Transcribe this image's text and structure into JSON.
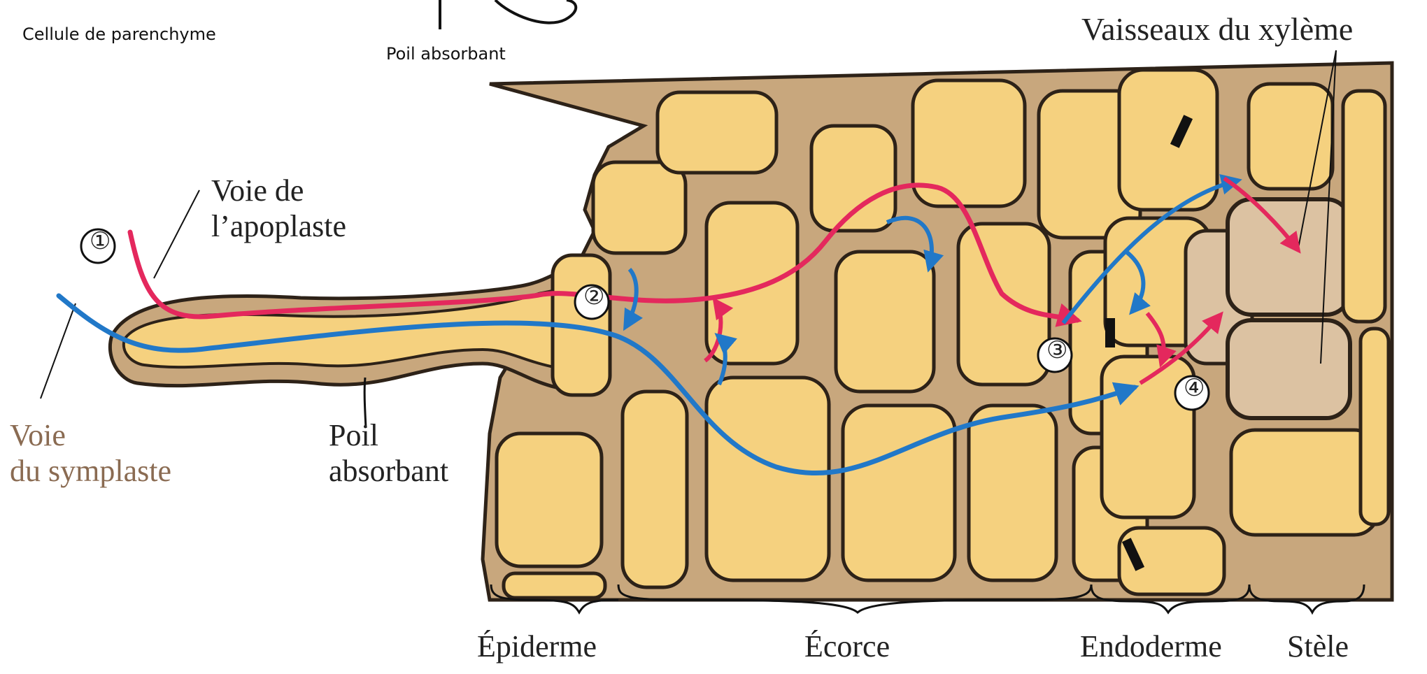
{
  "top_labels": {
    "parenchyma": "Cellule de parenchyme",
    "root_hair_small": "Poil absorbant",
    "xylem": "Vaisseaux du xylème"
  },
  "pathways": {
    "apoplast": {
      "line1": "Voie de",
      "line2": "l’apoplaste",
      "color": "#e4285d"
    },
    "symplast": {
      "line1": "Voie",
      "line2": "du symplaste",
      "color": "#2178c8"
    }
  },
  "root_hair_label": {
    "line1": "Poil",
    "line2": "absorbant"
  },
  "markers": [
    "①",
    "②",
    "③",
    "④"
  ],
  "regions": [
    "Épiderme",
    "Écorce",
    "Endoderme",
    "Stèle"
  ],
  "colors": {
    "cell_fill": "#f5d17f",
    "wall_fill": "#c8a77d",
    "wall_stroke": "#2d2218",
    "xylem_fill": "#dcc2a2",
    "casparian": "#111111"
  }
}
